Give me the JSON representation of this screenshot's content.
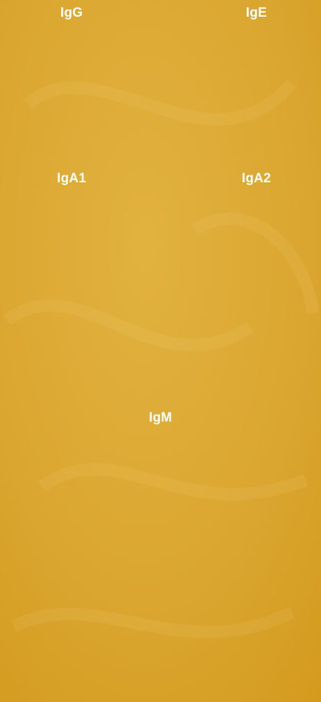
{
  "colors": {
    "background": "#D9A42B",
    "antibody_fill": "#5E5E1C",
    "outline": "#FFFFFF",
    "label": "#FFFFFF"
  },
  "labels": {
    "igg": "IgG",
    "ige": "IgE",
    "iga1": "IgA1",
    "iga2": "IgA2",
    "igm": "IgM"
  }
}
